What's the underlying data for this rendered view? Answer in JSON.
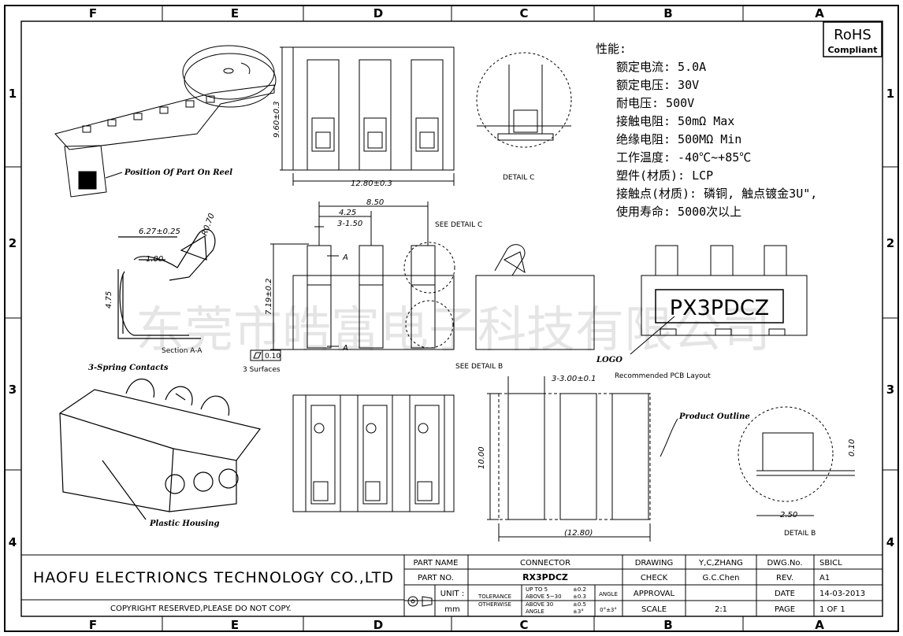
{
  "zones": {
    "columns": [
      "F",
      "E",
      "D",
      "C",
      "B",
      "A"
    ],
    "rows": [
      "1",
      "2",
      "3",
      "4"
    ]
  },
  "rohs": {
    "title": "RoHS",
    "subtitle": "Compliant"
  },
  "specs": {
    "heading": "性能:",
    "lines": [
      "额定电流: 5.0A",
      "额定电压: 30V",
      "耐电压: 500V",
      "接触电阻: 50mΩ Max",
      "绝缘电阻: 500MΩ Min",
      "工作温度: -40℃~+85℃",
      "塑件(材质): LCP",
      "接触点(材质): 磷铜, 触点镀金3U\",",
      "使用寿命: 5000次以上"
    ]
  },
  "watermark": "东莞市皓富电子科技有限公司",
  "labels": {
    "position_on_reel": "Position Of Part On Reel",
    "detail_c": "DETAIL C",
    "see_detail_c": "SEE DETAIL C",
    "see_detail_b": "SEE DETAIL B",
    "detail_b": "DETAIL B",
    "section_aa": "Section A-A",
    "spring_contacts": "3-Spring Contacts",
    "plastic_housing": "Plastic Housing",
    "three_surfaces": "3 Surfaces",
    "flatness": "0.10",
    "logo": "LOGO",
    "recommended_pcb": "Recommended PCB Layout",
    "product_outline": "Product Outline",
    "part_marking": "PX3PDCZ",
    "section_a": "A"
  },
  "dims": {
    "top_height": "9.60±0.3",
    "top_width": "12.80±0.3",
    "pitch_total": "8.50",
    "pitch": "4.25",
    "three_x": "3-1.50",
    "side_height": "7.19±0.2",
    "sec_len": "6.27±0.25",
    "sec_off": "1.00",
    "sec_r": "R0.70",
    "sec_h": "4.75",
    "pcb_pad": "3-3.00±0.1",
    "pcb_h": "10.00",
    "pcb_w": "(12.80)",
    "det_b_h": "0.10",
    "det_b_w": "2.50"
  },
  "title_block": {
    "company": "HAOFU ELECTRIONCS TECHNOLOGY CO.,LTD",
    "copyright": "COPYRIGHT RESERVED,PLEASE DO NOT COPY.",
    "part_name_label": "PART NAME",
    "part_name": "CONNECTOR",
    "part_no_label": "PART NO.",
    "part_no": "RX3PDCZ",
    "unit_label": "UNIT :",
    "unit": "mm",
    "tolerance_label": "TOLERANCE OTHERWISE",
    "tol_rows": [
      [
        "UP TO 5",
        "±0.2"
      ],
      [
        "ABOVE 5~30",
        "±0.3"
      ],
      [
        "ABOVE 30",
        "±0.5"
      ],
      [
        "ANGLE",
        "±3°"
      ]
    ],
    "angle_label": "ANGLE",
    "angle_val": "0°±3°",
    "drawing_label": "DRAWING",
    "drawing": "Y,C,ZHANG",
    "check_label": "CHECK",
    "check": "G.C.Chen",
    "approval_label": "APPROVAL",
    "scale_label": "SCALE",
    "scale": "2:1",
    "dwg_label": "DWG.No.",
    "dwg": "SBICL",
    "rev_label": "REV.",
    "rev": "A1",
    "date_label": "DATE",
    "date": "14-03-2013",
    "page_label": "PAGE",
    "page": "1 OF 1"
  }
}
